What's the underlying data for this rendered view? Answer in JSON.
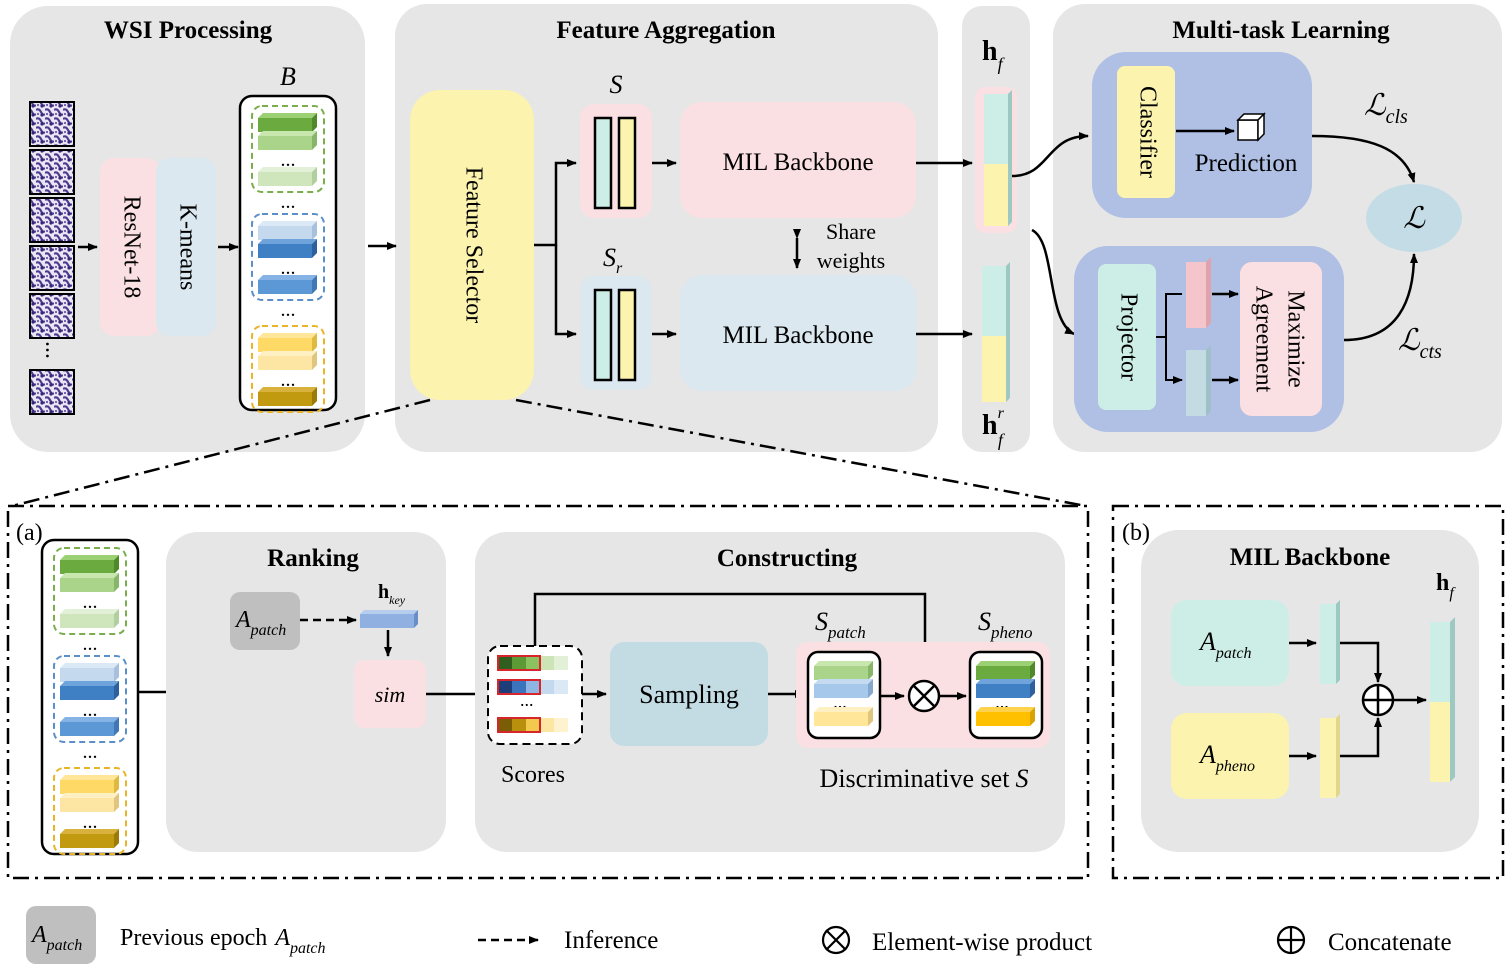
{
  "panels": {
    "wsi": "WSI Processing",
    "feature_aggregation": "Feature Aggregation",
    "multitask": "Multi-task Learning",
    "ranking": "Ranking",
    "constructing": "Constructing",
    "mil_backbone": "MIL Backbone"
  },
  "wsi": {
    "resnet": "ResNet-18",
    "kmeans": "K-means",
    "bag": "B",
    "ellipsis": "..."
  },
  "aggregation": {
    "feature_selector": "Feature Selector",
    "s": "S",
    "s_r": "S",
    "s_r_sub": "r",
    "mil_top": "MIL Backbone",
    "mil_bottom": "MIL Backbone",
    "share_1": "Share",
    "share_2": "weights"
  },
  "embeddings": {
    "hf_top": "h",
    "hf_top_sub": "f",
    "hf_bottom": "h",
    "hf_bottom_sup": "r",
    "hf_bottom_sub": "f"
  },
  "multitask": {
    "classifier": "Classifier",
    "prediction": "Prediction",
    "projector": "Projector",
    "maximize_1": "Maximize",
    "maximize_2": "Agreement",
    "loss": "ℒ",
    "loss_cls": "ℒ",
    "loss_cls_sub": "cls",
    "loss_cts": "ℒ",
    "loss_cts_sub": "cts"
  },
  "panel_a": {
    "label": "(a)",
    "a_patch": "A",
    "a_patch_sub": "patch",
    "h_key": "h",
    "h_key_sub": "key",
    "sim": "sim",
    "scores": "Scores",
    "sampling": "Sampling",
    "s_patch": "S",
    "s_patch_sub": "patch",
    "s_pheno": "S",
    "s_pheno_sub": "pheno",
    "discriminative": "Discriminative set",
    "discriminative_s": "S"
  },
  "panel_b": {
    "label": "(b)",
    "a_patch": "A",
    "a_patch_sub": "patch",
    "a_pheno": "A",
    "a_pheno_sub": "pheno",
    "hf": "h",
    "hf_sub": "f"
  },
  "legend": {
    "a_patch": "A",
    "a_patch_sub": "patch",
    "prev_epoch": "Previous epoch",
    "prev_a": "A",
    "prev_a_sub": "patch",
    "inference": "Inference",
    "elementwise": "Element-wise product",
    "concatenate": "Concatenate"
  },
  "colors": {
    "panel_bg": "#e6e6e6",
    "pink": "#fbe0e3",
    "light_blue": "#dbe8f0",
    "yellow": "#fbf3ae",
    "mint": "#cdeee6",
    "purple_blue": "#afc0e4",
    "teal": "#c3dce3",
    "ellipse": "#c3dce6"
  }
}
